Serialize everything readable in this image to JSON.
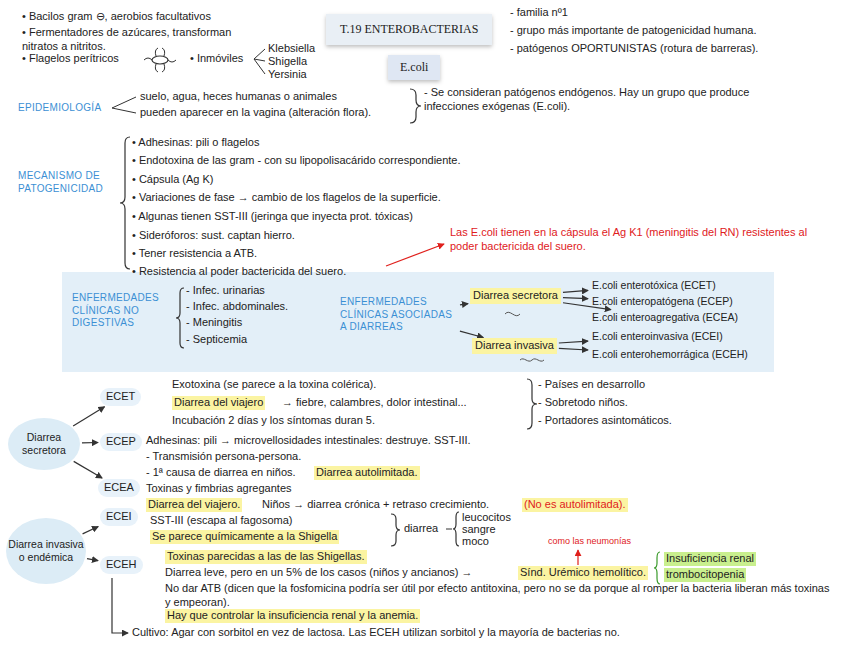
{
  "diagram": {
    "title": "T.19 ENTEROBACTERIAS",
    "nodes": [
      {
        "text": [
          "E.coli"
        ]
      },
      {
        "text": [
          "ENFERMEDADES CLÍNICAS NO DIGESTIVAS",
          "- Infec. urinarias",
          "- Infec. abdominales.",
          "- Meningitis",
          "- Septicemia"
        ]
      },
      {
        "text": [
          "ENFERMEDADES CLÍNICAS ASOCIADAS A DIARREAS"
        ],
        "in": 1
      },
      {
        "text": [
          "Diarrea secretora"
        ],
        "in": 1
      },
      {
        "text": [
          "E.coli enterotóxica (ECET)"
        ],
        "in": 1
      },
      {
        "text": [
          "E.coli enteropatógena (ECEP)"
        ],
        "in": 1
      },
      {
        "text": [
          "E.coli enteroagregativa (ECEA)"
        ],
        "in": 1
      },
      {
        "text": [
          "Diarrea invasiva"
        ],
        "in": 1
      },
      {
        "text": [
          "E.coli enteroinvasiva (ECEI)"
        ],
        "in": 1
      },
      {
        "text": [
          "E.coli enterohemorrágica (ECEH)"
        ],
        "in": 1
      },
      {
        "text": [
          "Diarrea secretora"
        ]
      },
      {
        "text": [
          "ECET"
        ]
      },
      {
        "text": [
          "ECEP"
        ]
      },
      {
        "text": [
          "ECEA"
        ]
      },
      {
        "text": [
          "Diarrea invasiva o endémica"
        ]
      },
      {
        "text": [
          "ECEI"
        ]
      },
      {
        "text": [
          "ECEH"
        ]
      }
    ],
    "edges": [
      {
        "from": 2,
        "to": 3,
        "arrow": "to"
      },
      {
        "from": 2,
        "to": 7,
        "arrow": "to"
      },
      {
        "from": 3,
        "to": 4,
        "arrow": "to"
      },
      {
        "from": 3,
        "to": 5,
        "arrow": "to"
      },
      {
        "from": 3,
        "to": 6,
        "arrow": "to"
      },
      {
        "from": 7,
        "to": 8,
        "arrow": "to"
      },
      {
        "from": 7,
        "to": 9,
        "arrow": "to"
      },
      {
        "from": 10,
        "to": 11,
        "arrow": "to"
      },
      {
        "from": 10,
        "to": 12,
        "arrow": "to"
      },
      {
        "from": 10,
        "to": 13,
        "arrow": "to"
      },
      {
        "from": 14,
        "to": 15,
        "arrow": "to"
      },
      {
        "from": 14,
        "to": 16,
        "arrow": "to"
      }
    ],
    "labels": [
      "• Bacilos gram ⊖, aerobios facultativos",
      "• Fermentadores de azúcares, transforman nitratos a nitritos.",
      "• Flagelos perítricos",
      "• Inmóviles",
      "Klebsiella",
      "Shigella",
      "Yersinia",
      "- familia nº1",
      "- grupo más importante de patogenicidad humana.",
      "- patógenos OPORTUNISTAS (rotura de barreras).",
      "EPIDEMIOLOGÍA",
      "suelo, agua, heces humanas o animales",
      "pueden aparecer en la vagina (alteración flora).",
      "- Se consideran patógenos endógenos. Hay un grupo que produce infecciones exógenas (E.coli).",
      "MECANISMO DE PATOGENICIDAD",
      "• Adhesinas: pili o flagelos",
      "• Endotoxina de las gram - con su lipopolisacárido correspondiente.",
      "• Cápsula (Ag K)",
      "• Variaciones de fase → cambio de los flagelos de la superficie.",
      "• Algunas tienen SST-III (jeringa que inyecta prot. tóxicas)",
      "• Sideróforos: sust. captan hierro.",
      "• Tener resistencia a ATB.",
      "• Resistencia al poder bactericida del suero.",
      "Las E.coli tienen en la cápsula el Ag K1 (meningitis del RN) resistentes al poder bactericida del suero.",
      "Exotoxina (se parece a la toxina colérica).",
      "Diarrea del viajero",
      "→ fiebre, calambres, dolor intestinal...",
      "Incubación 2 días y los síntomas duran 5.",
      "- Países en desarrollo",
      "- Sobretodo niños.",
      "- Portadores asintomáticos.",
      "Adhesinas: pili → microvellosidades intestinales: destruye. SST-III.",
      "- Transmisión persona-persona.",
      "- 1ª causa de diarrea en niños.",
      "Diarrea autolimitada.",
      "Toxinas y fimbrias agregantes",
      "Diarrea del viajero.",
      "Niños → diarrea crónica + retraso crecimiento.",
      "(No es autolimitada).",
      "SST-III (escapa al fagosoma)",
      "Se parece químicamente a la Shigella",
      "diarrea",
      "leucocitos",
      "sangre",
      "moco",
      "como las neumonías",
      "Toxinas parecidas a las de las Shigellas.",
      "Diarrea leve, pero en un 5% de los casos (niños y ancianos) →",
      "Sínd. Urémico hemolítico.",
      "Insuficiencia renal",
      "trombocitopenia",
      "No dar ATB (dicen que la fosfomicina podría ser útil por efecto antitoxina, pero no se da porque al romper la bacteria liberan más toxinas y empeoran).",
      "Hay que controlar la insuficiencia renal y la anemia.",
      "Cultivo: Agar con sorbitol en vez de lactosa. Las ECEH utilizan sorbitol y la mayoría de bacterias no."
    ]
  }
}
